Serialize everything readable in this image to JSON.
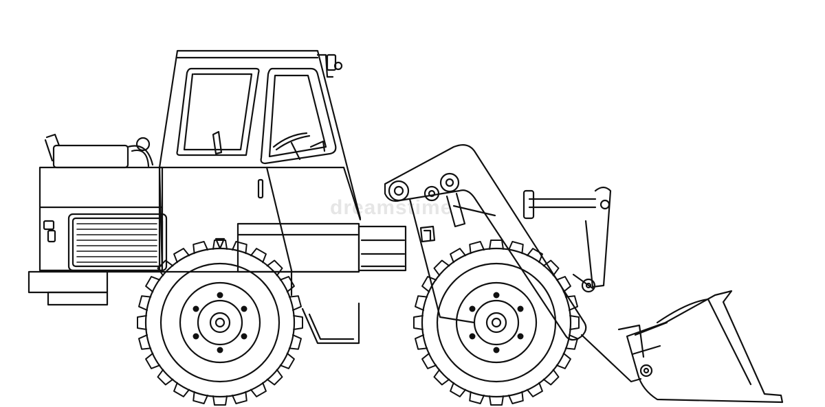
{
  "image": {
    "subject": "wheel-loader-line-drawing",
    "style": "black outline coloring page",
    "background_color": "#ffffff",
    "stroke_color": "#111111",
    "watermark_color": "#e6e6e6",
    "watermark_text": "dreamstime"
  }
}
